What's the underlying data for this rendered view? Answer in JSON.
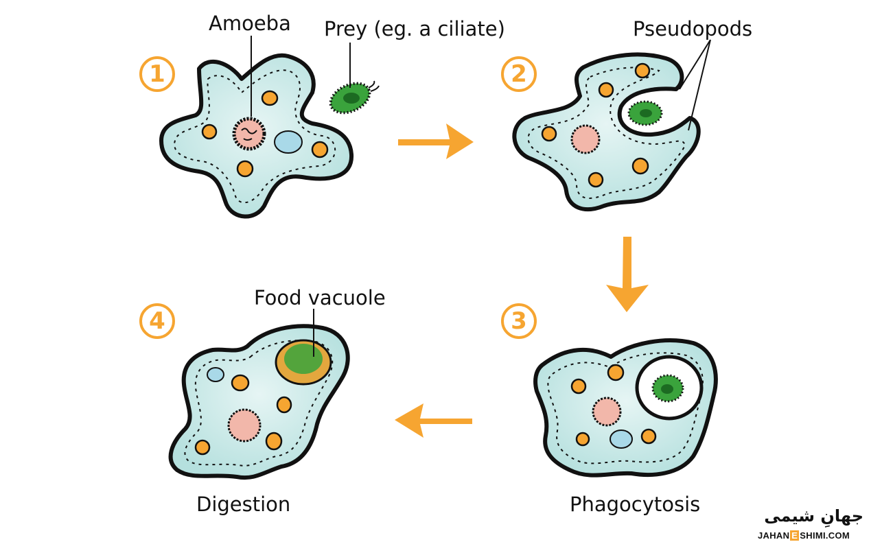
{
  "labels": {
    "amoeba": "Amoeba",
    "prey": "Prey (eg. a ciliate)",
    "pseudopods": "Pseudopods",
    "food_vacuole": "Food vacuole",
    "digestion": "Digestion",
    "phagocytosis": "Phagocytosis"
  },
  "steps": [
    "1",
    "2",
    "3",
    "4"
  ],
  "logo": {
    "arabic": "جهانِ شیمی",
    "domain_part1": "JAHAN",
    "domain_letter": "E",
    "domain_part2": "SHIMI.COM"
  },
  "colors": {
    "cell_fill": "#bfe5e3",
    "outline": "#111111",
    "accent_orange": "#f6a531",
    "prey_green": "#3aa33c",
    "nucleus_pink": "#f2b7aa",
    "vacuole_blue": "#a9d9e8"
  },
  "icons": {
    "arrow": "arrow-icon",
    "prey": "ciliate-icon"
  }
}
